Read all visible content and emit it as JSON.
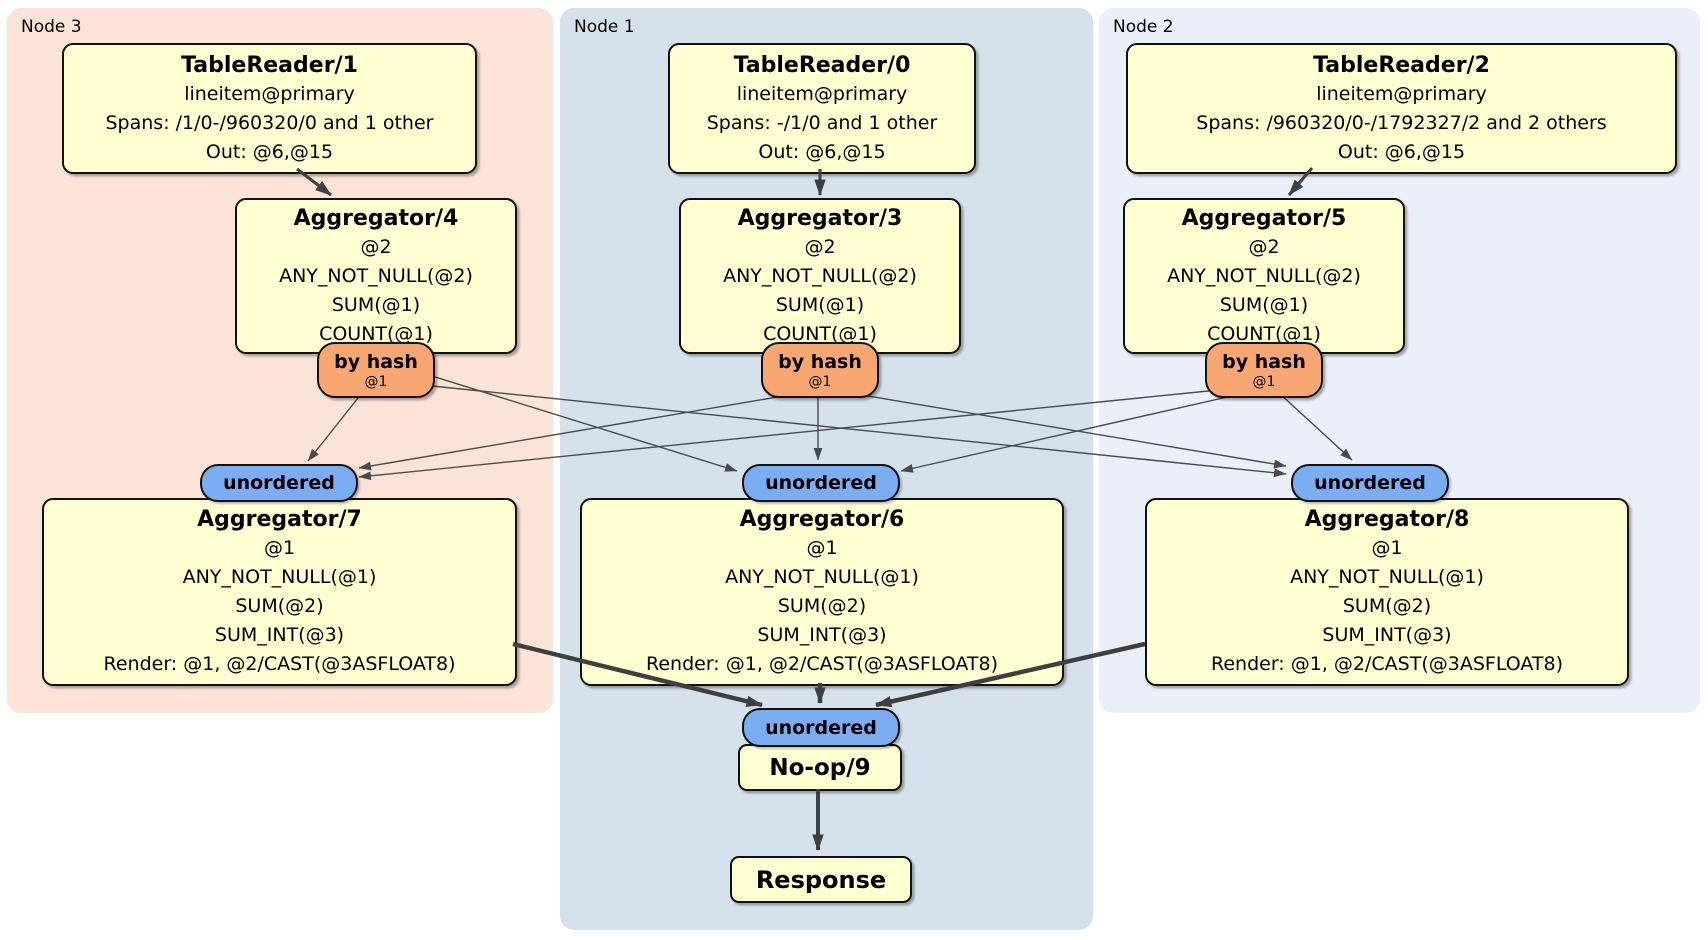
{
  "panels": [
    {
      "label": "Node 3",
      "bg": "#fce3d7"
    },
    {
      "label": "Node 1",
      "bg": "#d5e2eb"
    },
    {
      "label": "Node 2",
      "bg": "#eaeffa"
    }
  ],
  "processors": {
    "tr1": {
      "title": "TableReader/1",
      "lines": [
        "lineitem@primary",
        "Spans: /1/0-/960320/0 and 1 other",
        "Out: @6,@15"
      ]
    },
    "tr0": {
      "title": "TableReader/0",
      "lines": [
        "lineitem@primary",
        "Spans: -/1/0 and 1 other",
        "Out: @6,@15"
      ]
    },
    "tr2": {
      "title": "TableReader/2",
      "lines": [
        "lineitem@primary",
        "Spans: /960320/0-/1792327/2 and 2 others",
        "Out: @6,@15"
      ]
    },
    "agg4": {
      "title": "Aggregator/4",
      "lines": [
        "@2",
        "ANY_NOT_NULL(@2)",
        "SUM(@1)",
        "COUNT(@1)"
      ]
    },
    "agg3": {
      "title": "Aggregator/3",
      "lines": [
        "@2",
        "ANY_NOT_NULL(@2)",
        "SUM(@1)",
        "COUNT(@1)"
      ]
    },
    "agg5": {
      "title": "Aggregator/5",
      "lines": [
        "@2",
        "ANY_NOT_NULL(@2)",
        "SUM(@1)",
        "COUNT(@1)"
      ]
    },
    "agg7": {
      "title": "Aggregator/7",
      "lines": [
        "@1",
        "ANY_NOT_NULL(@1)",
        "SUM(@2)",
        "SUM_INT(@3)",
        "Render: @1, @2/CAST(@3ASFLOAT8)"
      ]
    },
    "agg6": {
      "title": "Aggregator/6",
      "lines": [
        "@1",
        "ANY_NOT_NULL(@1)",
        "SUM(@2)",
        "SUM_INT(@3)",
        "Render: @1, @2/CAST(@3ASFLOAT8)"
      ]
    },
    "agg8": {
      "title": "Aggregator/8",
      "lines": [
        "@1",
        "ANY_NOT_NULL(@1)",
        "SUM(@2)",
        "SUM_INT(@3)",
        "Render: @1, @2/CAST(@3ASFLOAT8)"
      ]
    },
    "noop": {
      "title": "No-op/9"
    },
    "response": {
      "title": "Response"
    }
  },
  "routers": {
    "r4": {
      "label": "by hash",
      "key": "@1"
    },
    "r3": {
      "label": "by hash",
      "key": "@1"
    },
    "r5": {
      "label": "by hash",
      "key": "@1"
    }
  },
  "syncs": {
    "left": {
      "label": "unordered"
    },
    "middle": {
      "label": "unordered"
    },
    "right": {
      "label": "unordered"
    },
    "bottom": {
      "label": "unordered"
    }
  },
  "edges": [
    [
      "TableReader/1",
      "Aggregator/4"
    ],
    [
      "TableReader/0",
      "Aggregator/3"
    ],
    [
      "TableReader/2",
      "Aggregator/5"
    ],
    [
      "by-hash-4",
      "unordered-left"
    ],
    [
      "by-hash-4",
      "unordered-middle"
    ],
    [
      "by-hash-4",
      "unordered-right"
    ],
    [
      "by-hash-3",
      "unordered-left"
    ],
    [
      "by-hash-3",
      "unordered-middle"
    ],
    [
      "by-hash-3",
      "unordered-right"
    ],
    [
      "by-hash-5",
      "unordered-left"
    ],
    [
      "by-hash-5",
      "unordered-middle"
    ],
    [
      "by-hash-5",
      "unordered-right"
    ],
    [
      "Aggregator/7",
      "unordered-bottom"
    ],
    [
      "Aggregator/6",
      "unordered-bottom"
    ],
    [
      "Aggregator/8",
      "unordered-bottom"
    ],
    [
      "No-op/9",
      "Response"
    ]
  ],
  "colors": {
    "panel_node3": "#fce3d7",
    "panel_node1": "#d5e2eb",
    "panel_node2": "#eaeffa",
    "processor_fill": "#ffffd2",
    "router_fill": "#f8a773",
    "sync_fill": "#7badf2",
    "edge": "#4a4a4a",
    "border": "#111111"
  }
}
